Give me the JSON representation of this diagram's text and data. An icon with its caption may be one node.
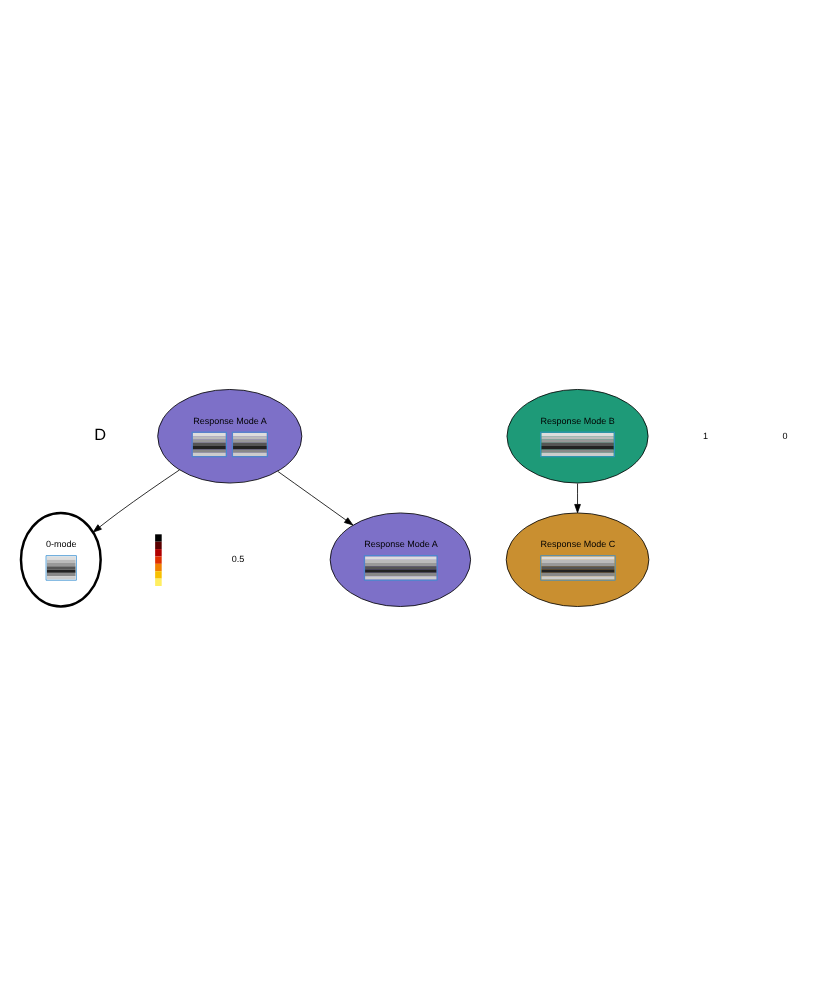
{
  "diagram": {
    "nodes": [
      {
        "text": [
          "Response Mode A"
        ]
      },
      {
        "text": [
          "Response Mode B"
        ]
      },
      {
        "text": [
          "Response Mode A"
        ]
      },
      {
        "text": [
          "0-mode"
        ]
      },
      {
        "text": [
          "Response Mode C"
        ]
      }
    ],
    "edges": [
      {
        "from": 0,
        "to": 3,
        "arrow": "to"
      },
      {
        "from": 0,
        "to": 2,
        "arrow": "to"
      },
      {
        "from": 1,
        "to": 4,
        "arrow": "to"
      }
    ],
    "labels": [
      "D",
      "1",
      "0.5",
      "0"
    ]
  }
}
